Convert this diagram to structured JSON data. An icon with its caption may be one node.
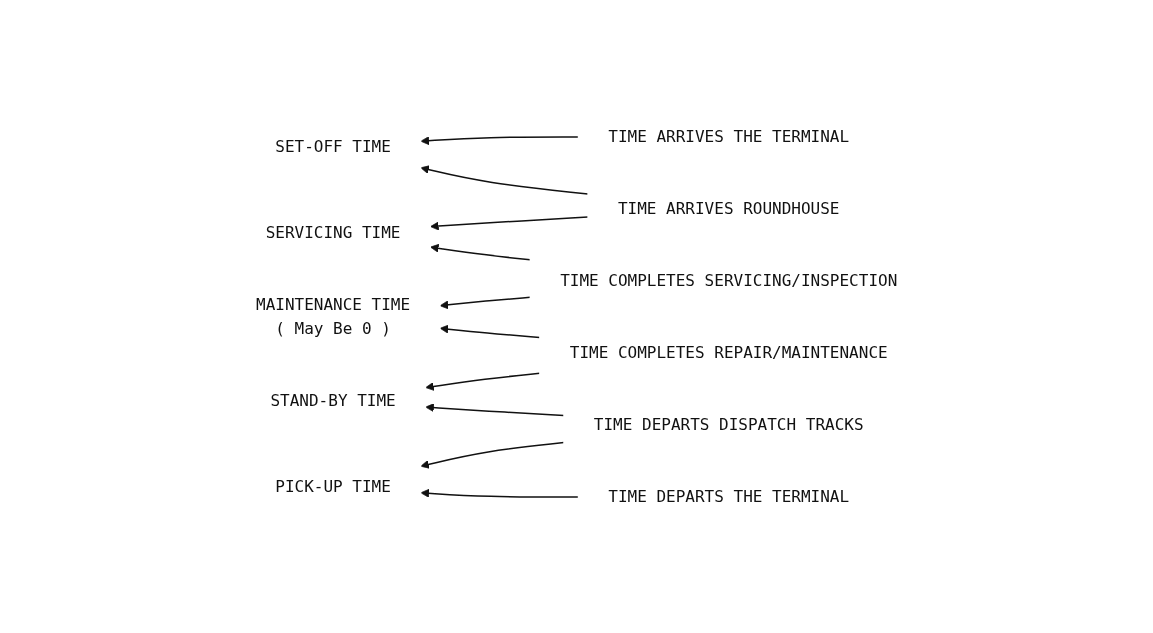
{
  "diagram": {
    "nodes": [
      {
        "text": [
          "TIME ARRIVES THE TERMINAL"
        ]
      },
      {
        "text": [
          "SET-OFF TIME"
        ]
      },
      {
        "text": [
          "TIME ARRIVES ROUNDHOUSE"
        ]
      },
      {
        "text": [
          "SERVICING TIME"
        ]
      },
      {
        "text": [
          "TIME COMPLETES SERVICING/INSPECTION"
        ]
      },
      {
        "text": [
          "MAINTENANCE TIME",
          "( May Be 0 )"
        ]
      },
      {
        "text": [
          "TIME COMPLETES REPAIR/MAINTENANCE"
        ]
      },
      {
        "text": [
          "STAND-BY TIME"
        ]
      },
      {
        "text": [
          "TIME DEPARTS DISPATCH TRACKS"
        ]
      },
      {
        "text": [
          "PICK-UP TIME"
        ]
      },
      {
        "text": [
          "TIME DEPARTS THE TERMINAL"
        ]
      }
    ],
    "edges": [
      {
        "from": 0,
        "to": 1,
        "arrow": "to"
      },
      {
        "from": 2,
        "to": 1,
        "arrow": "to"
      },
      {
        "from": 2,
        "to": 3,
        "arrow": "to"
      },
      {
        "from": 4,
        "to": 3,
        "arrow": "to"
      },
      {
        "from": 4,
        "to": 5,
        "arrow": "to"
      },
      {
        "from": 6,
        "to": 5,
        "arrow": "to"
      },
      {
        "from": 6,
        "to": 7,
        "arrow": "to"
      },
      {
        "from": 8,
        "to": 7,
        "arrow": "to"
      },
      {
        "from": 8,
        "to": 9,
        "arrow": "to"
      },
      {
        "from": 10,
        "to": 9,
        "arrow": "to"
      }
    ]
  }
}
